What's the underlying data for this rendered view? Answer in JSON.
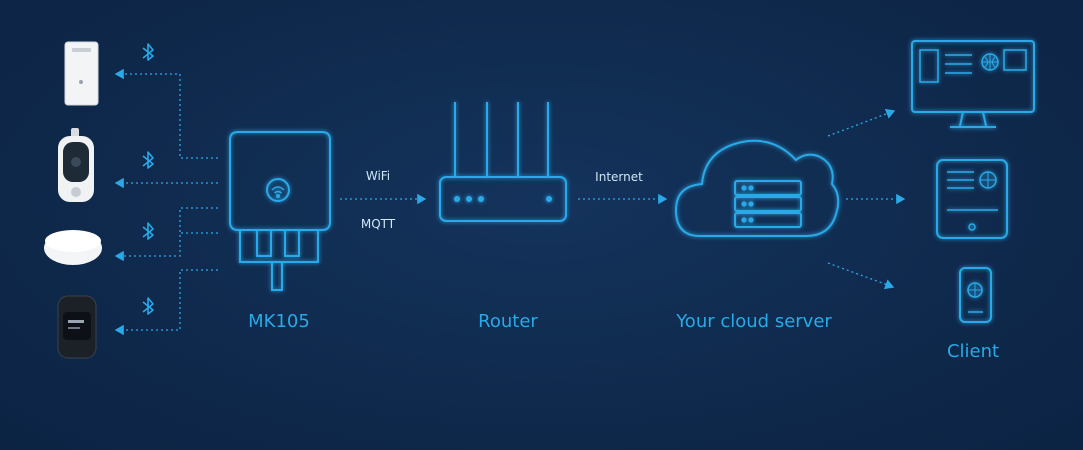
{
  "nodes": {
    "gateway": {
      "label": "MK105"
    },
    "router": {
      "label": "Router"
    },
    "cloud": {
      "label": "Your cloud server"
    },
    "client": {
      "label": "Client"
    }
  },
  "links": {
    "wifi": "WiFi",
    "mqtt": "MQTT",
    "internet": "Internet"
  },
  "devices": [
    {
      "name": "card-beacon",
      "link_icon": "bluetooth-icon"
    },
    {
      "name": "doorbell",
      "link_icon": "bluetooth-icon"
    },
    {
      "name": "round-sensor",
      "link_icon": "bluetooth-icon"
    },
    {
      "name": "wristband",
      "link_icon": "bluetooth-icon"
    }
  ],
  "colors": {
    "background": "#0f2a4d",
    "accent": "#29a9e8",
    "text_light": "#cfe6f7"
  }
}
